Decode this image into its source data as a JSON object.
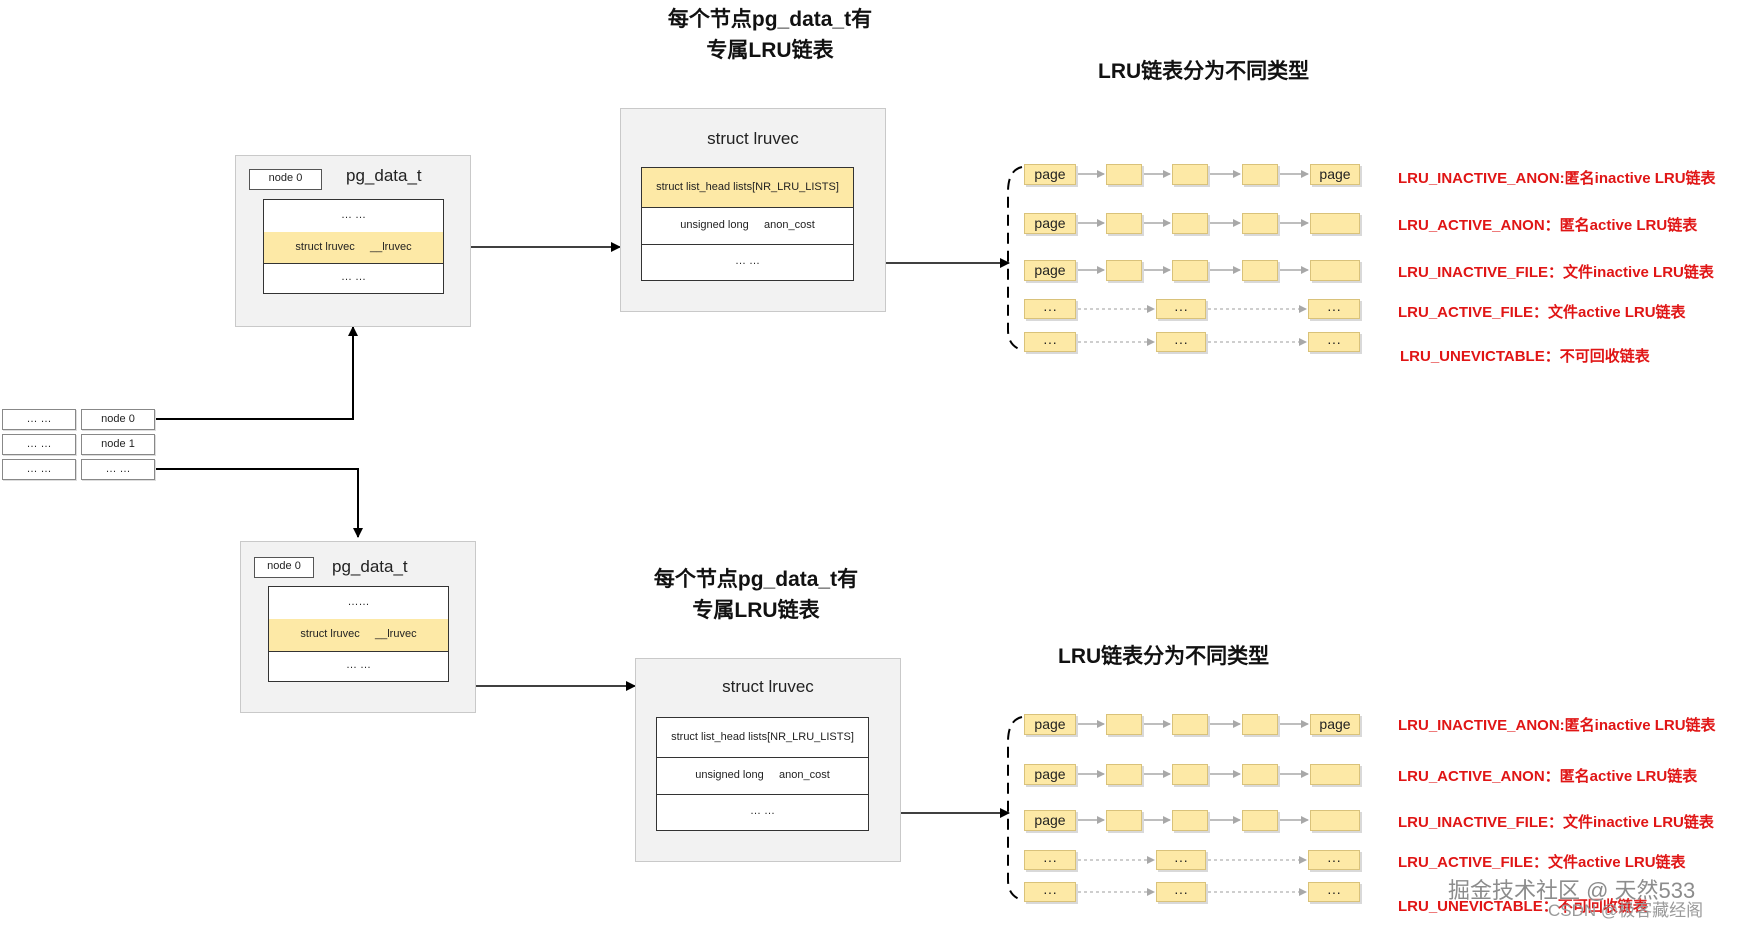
{
  "top": {
    "heading_line1": "每个节点pg_data_t有",
    "heading_line2": "专属LRU链表",
    "lru_heading": "LRU链表分为不同类型",
    "pgdata": {
      "node_tag": "node 0",
      "title": "pg_data_t",
      "rows": [
        "… …",
        "struct lruvec     __lruvec",
        "… …"
      ]
    },
    "lruvec": {
      "title": "struct lruvec",
      "rows": [
        "struct list_head lists[NR_LRU_LISTS]",
        "unsigned long     anon_cost",
        "… …"
      ]
    }
  },
  "bottom": {
    "heading_line1": "每个节点pg_data_t有",
    "heading_line2": "专属LRU链表",
    "lru_heading": "LRU链表分为不同类型",
    "pgdata": {
      "node_tag": "node 0",
      "title": "pg_data_t",
      "rows": [
        "……",
        "struct lruvec     __lruvec",
        "… …"
      ]
    },
    "lruvec": {
      "title": "struct lruvec",
      "rows": [
        "struct list_head lists[NR_LRU_LISTS]",
        "unsigned long     anon_cost",
        "… …"
      ]
    }
  },
  "node_array": {
    "left": [
      "… …",
      "… …",
      "… …"
    ],
    "right": [
      "node 0",
      "node 1",
      "… …"
    ]
  },
  "page_label": "page",
  "dots_label": "···",
  "lru_labels": [
    "LRU_INACTIVE_ANON:匿名inactive LRU链表",
    "LRU_ACTIVE_ANON：匿名active LRU链表",
    "LRU_INACTIVE_FILE：文件inactive LRU链表",
    "LRU_ACTIVE_FILE：文件active LRU链表",
    "LRU_UNEVICTABLE：不可回收链表"
  ],
  "watermark": {
    "main": "掘金技术社区 @ 天然533",
    "csdn": "CSDN @极客藏经阁"
  },
  "colors": {
    "highlight": "#fde9a6",
    "label_red": "#e01515",
    "panel_bg": "#f2f2f2"
  }
}
